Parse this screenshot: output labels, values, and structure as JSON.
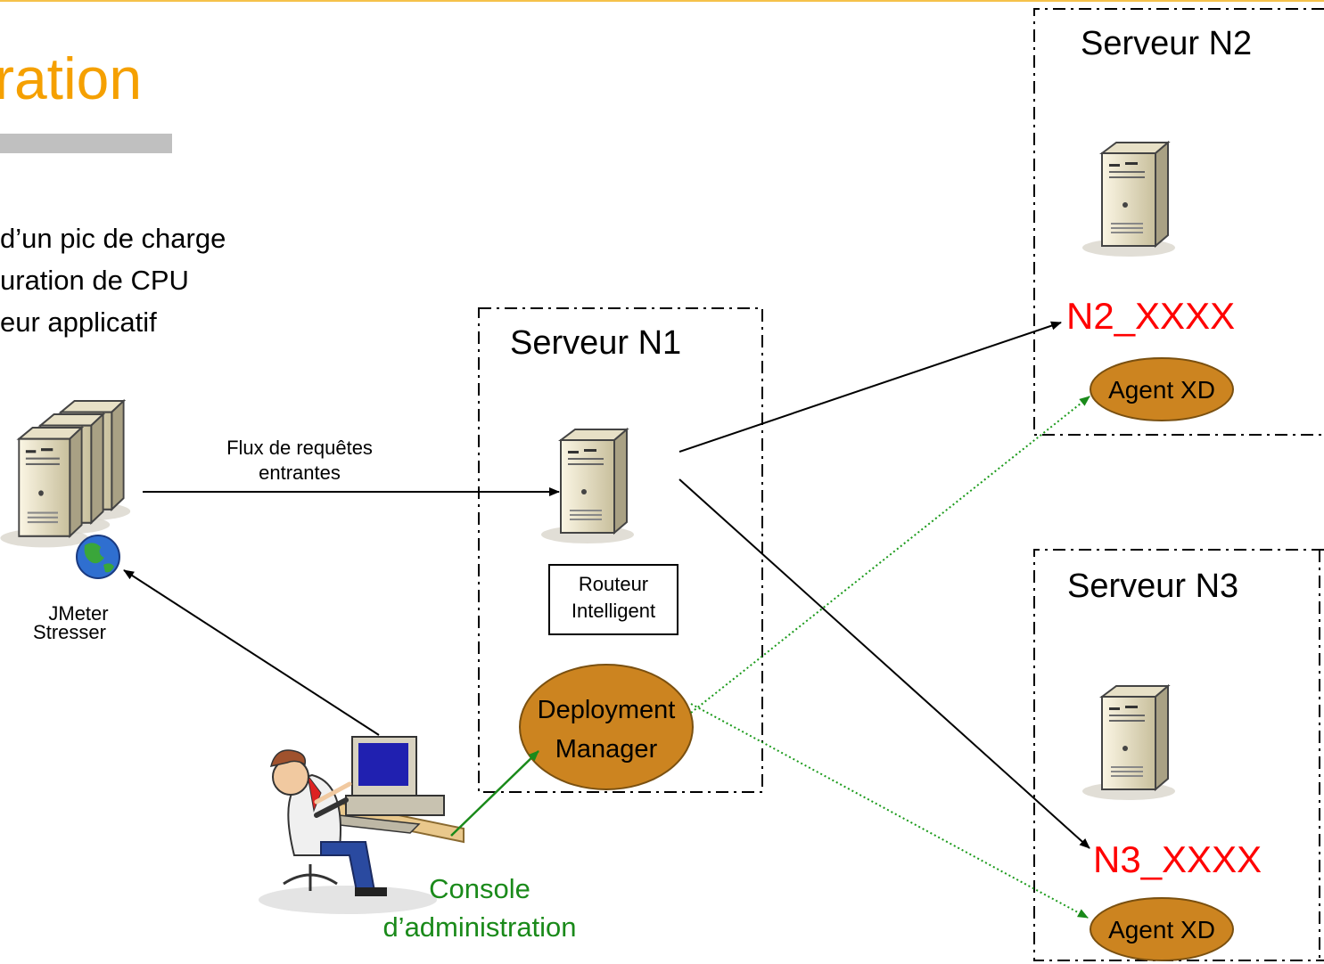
{
  "title": "ration",
  "bullets": [
    "d’un pic de charge",
    "uration de CPU",
    "eur applicatif"
  ],
  "servers": {
    "n1": "Serveur N1",
    "n2": "Serveur N2",
    "n3": "Serveur N3"
  },
  "nodes": {
    "n2_node": "N2_XXXX",
    "n3_node": "N3_XXXX",
    "agent_n2": "Agent XD",
    "agent_n3": "Agent XD"
  },
  "flux_label": [
    "Flux de requêtes",
    "entrantes"
  ],
  "jmeter_label": [
    "JMeter",
    "Stresser"
  ],
  "routeur_label": [
    "Routeur",
    "Intelligent"
  ],
  "deployment_manager": [
    "Deployment",
    "Manager"
  ],
  "console_label": [
    "Console",
    "d’administration"
  ],
  "colors": {
    "title": "#f5a000",
    "node_name": "#ff0000",
    "oval_fill": "#cc8420",
    "console_text": "#1a8a1a",
    "dotted_arrow": "#1a9a1a"
  },
  "icons": [
    "server-tower-icon",
    "server-stack-globe-icon",
    "admin-user-computer-icon"
  ]
}
